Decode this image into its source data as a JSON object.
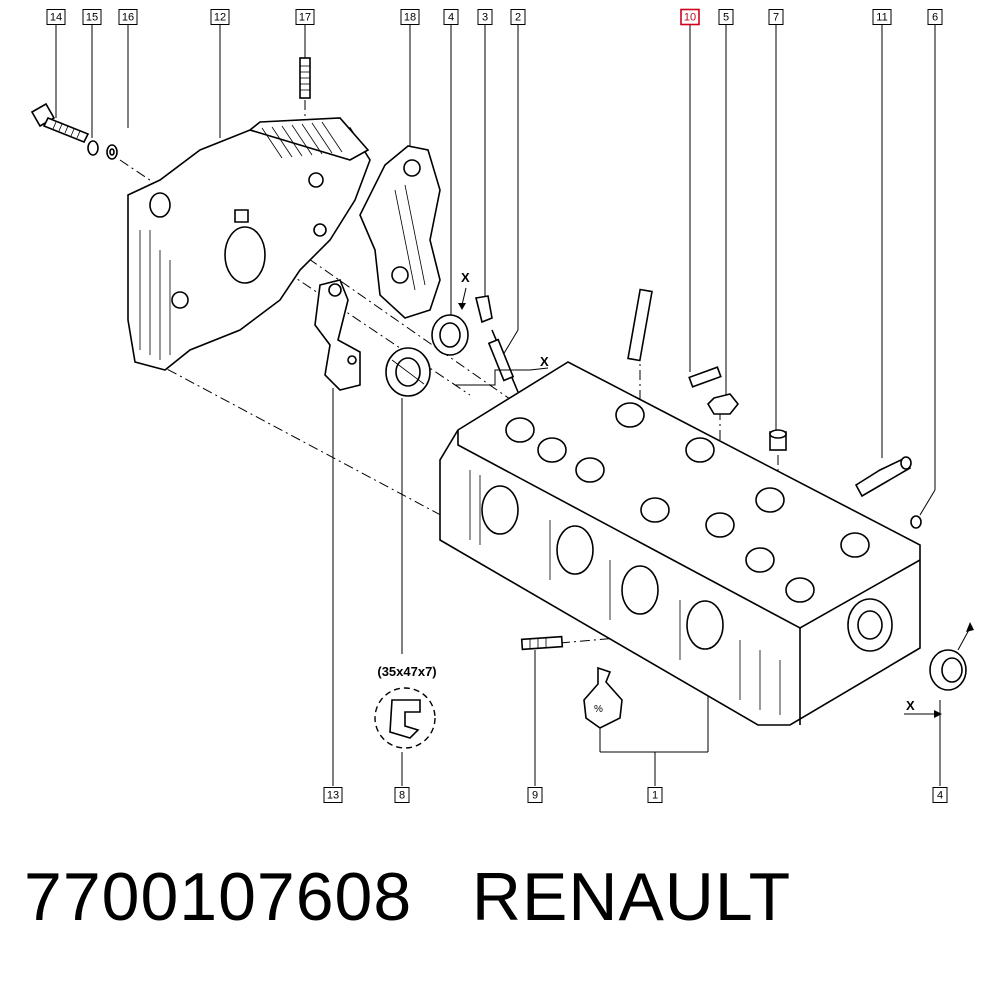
{
  "callouts": [
    {
      "number": "14",
      "highlight": false
    },
    {
      "number": "15",
      "highlight": false
    },
    {
      "number": "16",
      "highlight": false
    },
    {
      "number": "12",
      "highlight": false
    },
    {
      "number": "17",
      "highlight": false
    },
    {
      "number": "18",
      "highlight": false
    },
    {
      "number": "4",
      "highlight": false
    },
    {
      "number": "3",
      "highlight": false
    },
    {
      "number": "2",
      "highlight": false
    },
    {
      "number": "10",
      "highlight": true
    },
    {
      "number": "5",
      "highlight": false
    },
    {
      "number": "7",
      "highlight": false
    },
    {
      "number": "11",
      "highlight": false
    },
    {
      "number": "6",
      "highlight": false
    },
    {
      "number": "13",
      "highlight": false
    },
    {
      "number": "8",
      "highlight": false
    },
    {
      "number": "9",
      "highlight": false
    },
    {
      "number": "1",
      "highlight": false
    },
    {
      "number": "4",
      "highlight": false
    }
  ],
  "seal_dimension": "(35x47x7)",
  "view_marker": "X",
  "footer": {
    "part_number": "7700107608",
    "brand": "RENAULT"
  },
  "colors": {
    "line": "#000000",
    "highlight": "#d0021b",
    "background": "#ffffff"
  }
}
